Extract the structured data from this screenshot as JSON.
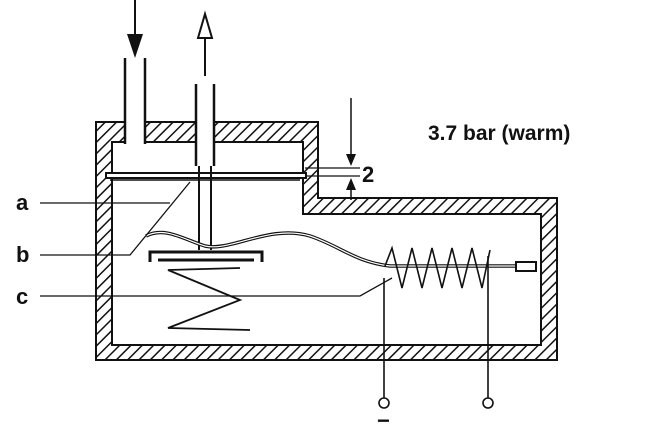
{
  "annotation": {
    "pressure": "3.7 bar (warm)",
    "gap": "2"
  },
  "labels": {
    "a": "a",
    "b": "b",
    "c": "c"
  },
  "terminals": {
    "negative": "−",
    "positive": ""
  },
  "colors": {
    "ink": "#111111",
    "paper": "#ffffff"
  }
}
